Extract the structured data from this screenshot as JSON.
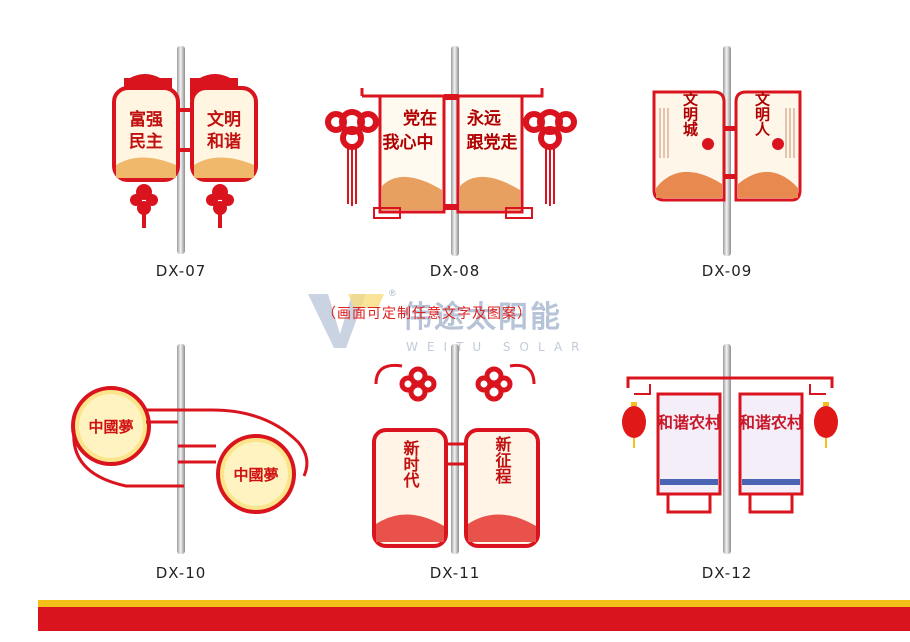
{
  "products": [
    {
      "code": "DX-07",
      "panels": [
        {
          "text": "富强\n民主"
        },
        {
          "text": "文明\n和谐"
        }
      ]
    },
    {
      "code": "DX-08",
      "panels": [
        {
          "text": "党在\n我心中"
        },
        {
          "text": "永远\n跟党走"
        }
      ]
    },
    {
      "code": "DX-09",
      "panels": [
        {
          "text": "文明城"
        },
        {
          "text": "文明人"
        }
      ]
    },
    {
      "code": "DX-10",
      "panels": [
        {
          "text": "中國夢"
        },
        {
          "text": "中國夢"
        }
      ]
    },
    {
      "code": "DX-11",
      "panels": [
        {
          "text": "新时代"
        },
        {
          "text": "新征程"
        }
      ]
    },
    {
      "code": "DX-12",
      "panels": [
        {
          "text": "和谐农村"
        },
        {
          "text": "和谐农村"
        }
      ]
    }
  ],
  "note": "（画面可定制任意文字及图案）",
  "watermark": {
    "cn": "伟途太阳能",
    "en": "WEITU SOLAR",
    "reg": "®"
  },
  "colors": {
    "red": "#d9141e",
    "yellow": "#f2c018",
    "pole": "#b8b8b8"
  }
}
